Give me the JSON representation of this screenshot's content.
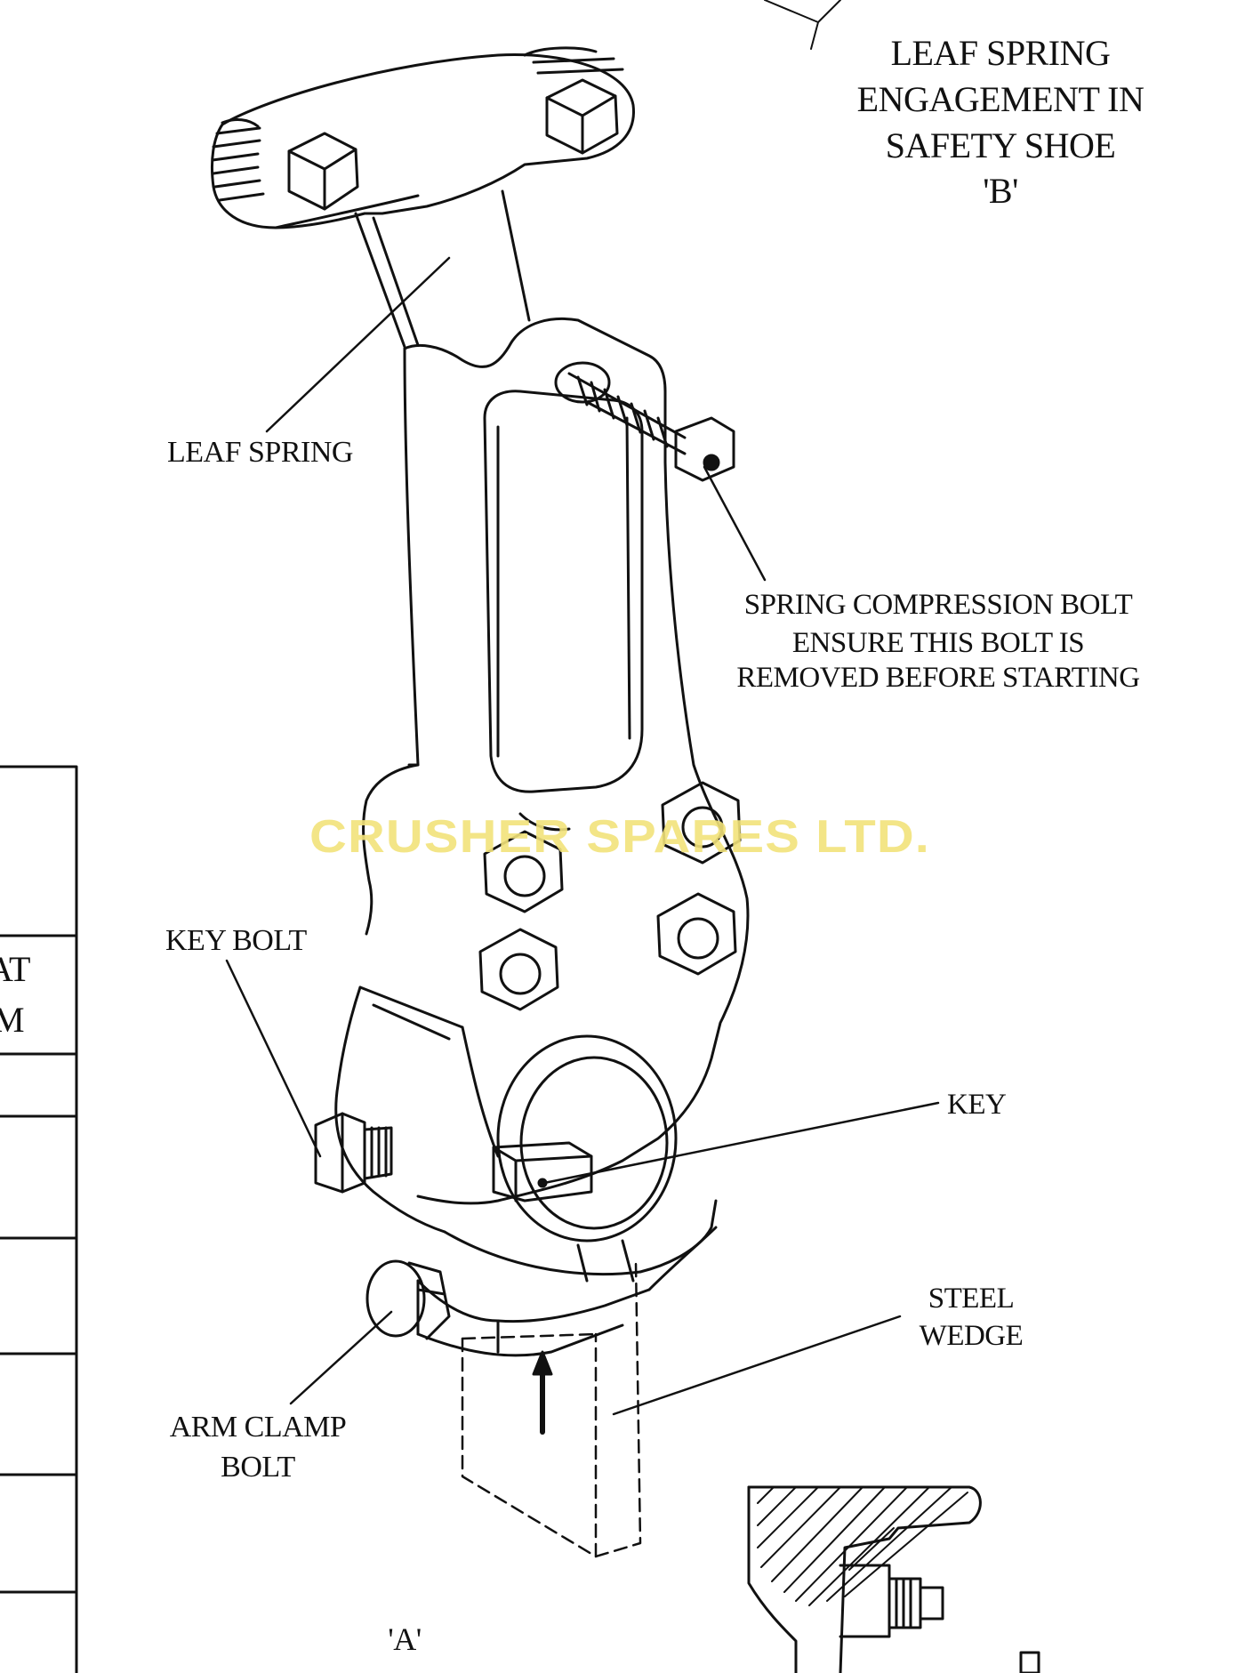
{
  "labels": {
    "title_line1": "LEAF SPRING",
    "title_line2": "ENGAGEMENT IN",
    "title_line3": "SAFETY SHOE",
    "title_line4": "'B'",
    "leaf_spring": "LEAF SPRING",
    "bolt_line1": "SPRING COMPRESSION BOLT",
    "bolt_line2": "ENSURE THIS BOLT IS",
    "bolt_line3": "REMOVED BEFORE STARTING",
    "key_bolt": "KEY BOLT",
    "key": "KEY",
    "steel_wedge_line1": "STEEL",
    "steel_wedge_line2": "WEDGE",
    "arm_clamp_line1": "ARM CLAMP",
    "arm_clamp_line2": "BOLT",
    "view_a": "'A'",
    "table_frag1": "AT",
    "table_frag2": "M"
  },
  "watermark": {
    "text": "CRUSHER SPARES LTD.",
    "color": "#f2e27a"
  }
}
